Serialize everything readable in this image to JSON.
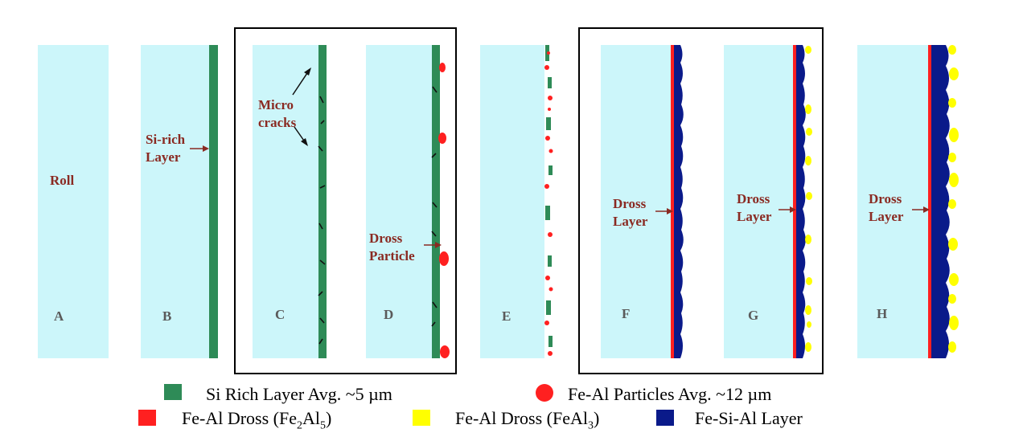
{
  "colors": {
    "roll": "#ccf6fa",
    "si_layer": "#2e8b57",
    "fe_al_particles": "#ff2020",
    "fe_al_dross_fe2al5": "#ff2020",
    "fe_al_dross_feal3": "#ffff00",
    "fe_si_al_layer": "#0a1a8a",
    "annotation_text": "#8a2a22",
    "panel_label_text": "#5a5a5a"
  },
  "panels": [
    {
      "label": "A",
      "annotation": "Roll"
    },
    {
      "label": "B",
      "annotation": "Si-rich\nLayer"
    },
    {
      "label": "C",
      "annotation": "Micro\ncracks"
    },
    {
      "label": "D",
      "annotation": "Dross\nParticle"
    },
    {
      "label": "E",
      "annotation": ""
    },
    {
      "label": "F",
      "annotation": "Dross\nLayer"
    },
    {
      "label": "G",
      "annotation": "Dross\nLayer"
    },
    {
      "label": "H",
      "annotation": "Dross\nLayer"
    }
  ],
  "legend": {
    "si_rich": {
      "icon": "green-square-icon",
      "text": "Si Rich Layer Avg. ~5 µm"
    },
    "particles": {
      "icon": "red-circle-icon",
      "text": "Fe-Al Particles Avg. ~12 µm"
    },
    "fe2al5": {
      "icon": "red-square-icon",
      "text_prefix": "Fe-Al Dross (Fe",
      "sub1": "2",
      "mid": "Al",
      "sub2": "5",
      "suffix": ")"
    },
    "feal3": {
      "icon": "yellow-square-icon",
      "text_prefix": "Fe-Al Dross (FeAl",
      "sub1": "3",
      "suffix": ")"
    },
    "fesial": {
      "icon": "blue-square-icon",
      "text": "Fe-Si-Al Layer"
    }
  }
}
